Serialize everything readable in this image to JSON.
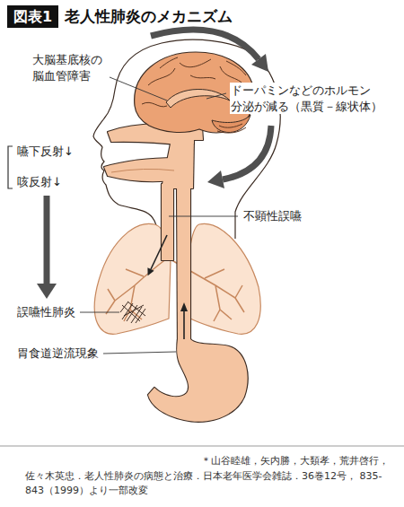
{
  "diagram": {
    "title": "老人性肺炎のメカニズム",
    "caption": "＊山谷睦雄，矢内勝，大類孝，荒井啓行， 佐々木英忠．老人性肺炎の病態と治療．日本老年医学会雑誌．36巻12号， 835-843（1999）より一部改変",
    "nodes": [
      {
        "text": [
          "図表1"
        ]
      }
    ],
    "labels": [
      "大脳基底核の 脳血管障害",
      "ドーパミンなどのホルモン 分泌が減る（黒質－線状体）",
      "嚥下反射↓",
      "咳反射↓",
      "不顕性誤嚥",
      "誤嚥性肺炎",
      "胃食道逆流現象"
    ]
  }
}
